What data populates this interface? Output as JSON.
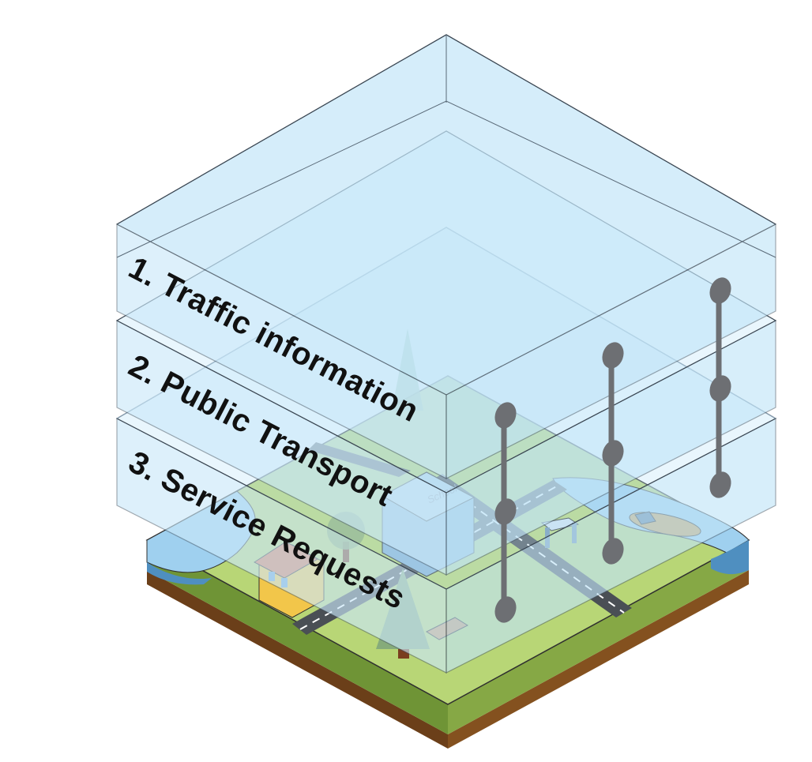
{
  "layers": [
    {
      "label": "1. Traffic information"
    },
    {
      "label": "2. Public Transport"
    },
    {
      "label": "3. Service Requests"
    }
  ],
  "city": {
    "school_label": "School"
  },
  "colors": {
    "layer_fill": "#cfeafa",
    "layer_top": "#bfe4f8",
    "grass": "#b9d874",
    "grass_side": "#7a9a3a",
    "soil": "#7a4a1e",
    "water": "#8fc7ea",
    "road": "#4a4f55",
    "pole": "#6d6f73"
  }
}
